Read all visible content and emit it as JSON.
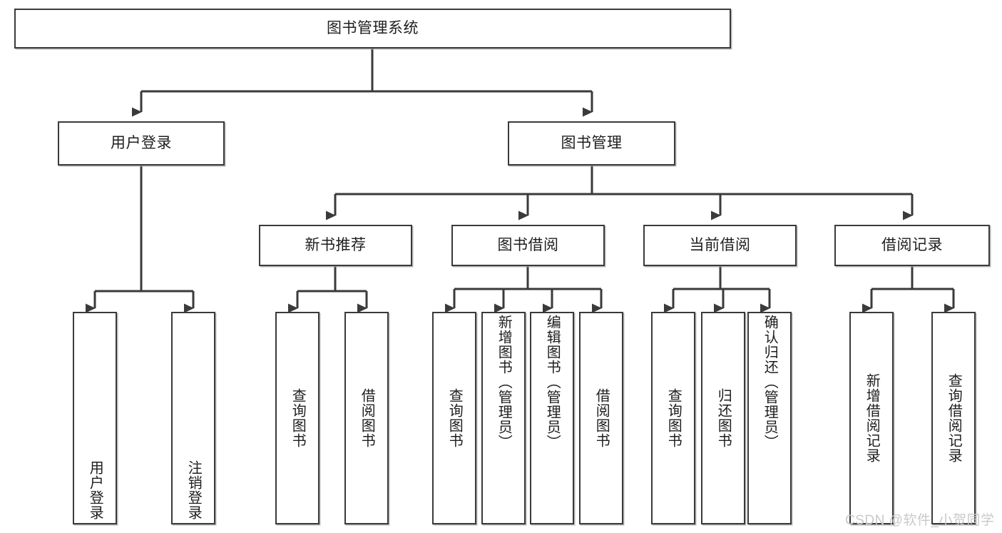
{
  "diagram": {
    "title": "图书管理系统",
    "type": "hierarchy-tree",
    "watermark": "CSDN @软件_小贺同学",
    "colors": {
      "stroke": "#3a3a3a",
      "fill": "#ffffff",
      "text": "#1e1e1e",
      "watermark": "#c9c9c9"
    },
    "root": {
      "label": "图书管理系统"
    },
    "level1": [
      {
        "label": "用户登录"
      },
      {
        "label": "图书管理"
      }
    ],
    "level2": [
      {
        "label": "新书推荐"
      },
      {
        "label": "图书借阅"
      },
      {
        "label": "当前借阅"
      },
      {
        "label": "借阅记录"
      }
    ],
    "leaves": {
      "user_login": [
        {
          "label": "用户登录"
        },
        {
          "label": "注销登录"
        }
      ],
      "new_book_recommend": [
        {
          "label": "查询图书"
        },
        {
          "label": "借阅图书"
        }
      ],
      "book_borrow": [
        {
          "label": "查询图书"
        },
        {
          "label": "新增图书（管理员）"
        },
        {
          "label": "编辑图书（管理员）"
        },
        {
          "label": "借阅图书"
        }
      ],
      "current_borrow": [
        {
          "label": "查询图书"
        },
        {
          "label": "归还图书"
        },
        {
          "label": "确认归还（管理员）"
        }
      ],
      "borrow_records": [
        {
          "label": "新增借阅记录"
        },
        {
          "label": "查询借阅记录"
        }
      ]
    }
  }
}
